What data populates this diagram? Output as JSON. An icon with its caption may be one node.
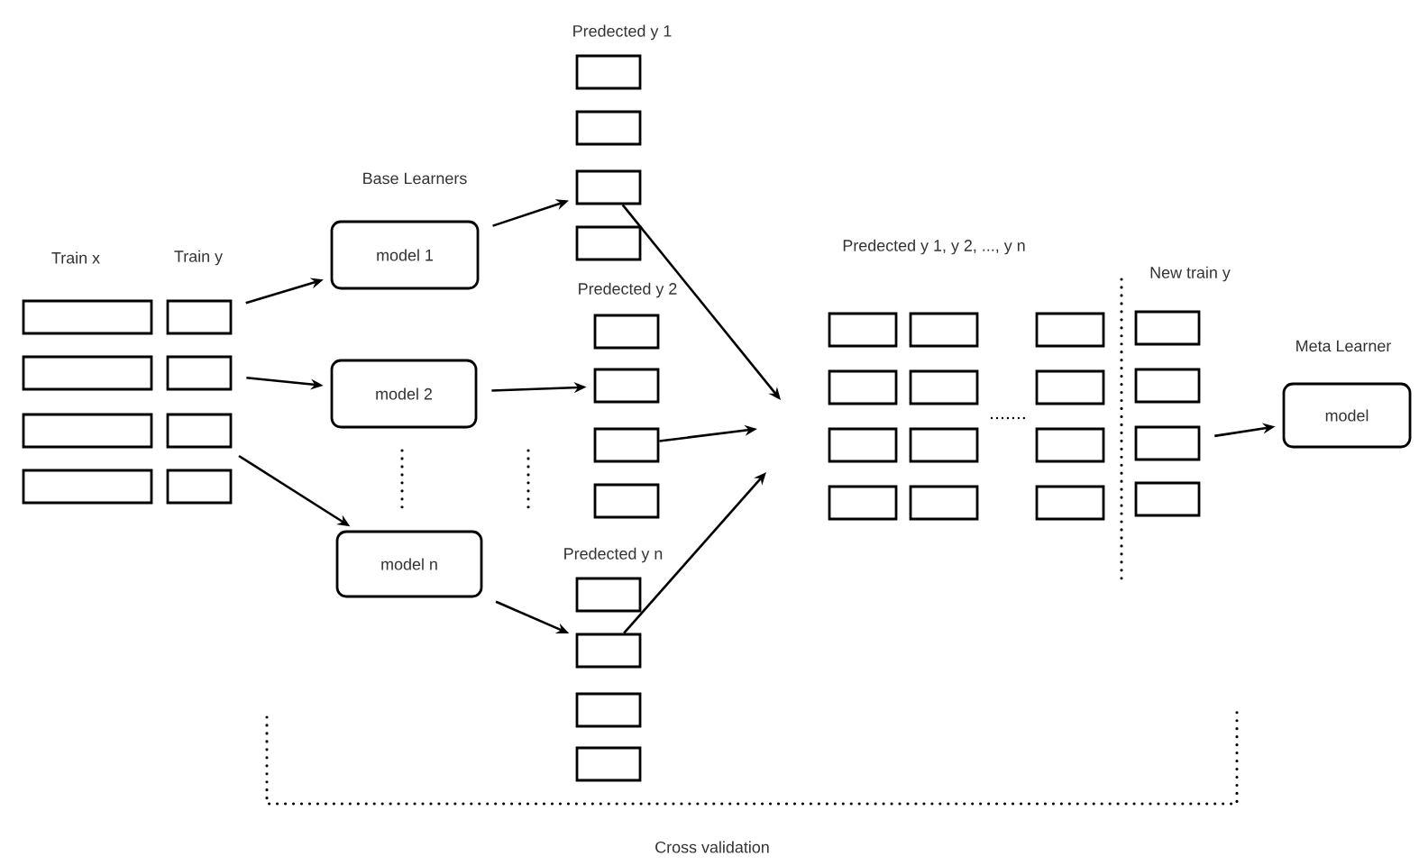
{
  "diagram": {
    "nodes": [
      {
        "text": [],
        "shape": "box"
      },
      {
        "text": [],
        "shape": "box"
      },
      {
        "text": [],
        "shape": "box"
      },
      {
        "text": [],
        "shape": "box"
      },
      {
        "text": [],
        "shape": "box"
      },
      {
        "text": [],
        "shape": "box"
      },
      {
        "text": [],
        "shape": "box"
      },
      {
        "text": [],
        "shape": "box"
      },
      {
        "text": [
          "model 1"
        ]
      },
      {
        "text": [
          "model 2"
        ]
      },
      {
        "text": [
          "model n"
        ]
      },
      {
        "text": [],
        "shape": "box"
      },
      {
        "text": [],
        "shape": "box"
      },
      {
        "text": [],
        "shape": "box"
      },
      {
        "text": [],
        "shape": "box"
      },
      {
        "text": [],
        "shape": "box"
      },
      {
        "text": [],
        "shape": "box"
      },
      {
        "text": [],
        "shape": "box"
      },
      {
        "text": [],
        "shape": "box"
      },
      {
        "text": [],
        "shape": "box"
      },
      {
        "text": [],
        "shape": "box"
      },
      {
        "text": [],
        "shape": "box"
      },
      {
        "text": [],
        "shape": "box"
      },
      {
        "text": [],
        "shape": "box"
      },
      {
        "text": [],
        "shape": "box"
      },
      {
        "text": [],
        "shape": "box"
      },
      {
        "text": [],
        "shape": "box"
      },
      {
        "text": [],
        "shape": "box"
      },
      {
        "text": [],
        "shape": "box"
      },
      {
        "text": [],
        "shape": "box"
      },
      {
        "text": [],
        "shape": "box"
      },
      {
        "text": [],
        "shape": "box"
      },
      {
        "text": [],
        "shape": "box"
      },
      {
        "text": [],
        "shape": "box"
      },
      {
        "text": [],
        "shape": "box"
      },
      {
        "text": [],
        "shape": "box"
      },
      {
        "text": [],
        "shape": "box"
      },
      {
        "text": [],
        "shape": "box"
      },
      {
        "text": [],
        "shape": "box"
      },
      {
        "text": [
          "model"
        ]
      }
    ],
    "edges": [
      {
        "from": 4,
        "to": 8,
        "arrow": "to"
      },
      {
        "from": 5,
        "to": 9,
        "arrow": "to"
      },
      {
        "from": 6,
        "to": 10,
        "arrow": "to"
      },
      {
        "from": 8,
        "to": 13,
        "arrow": "to"
      },
      {
        "from": 9,
        "to": 16,
        "arrow": "to"
      },
      {
        "from": 10,
        "to": 20,
        "arrow": "to"
      },
      {
        "from": 13,
        "to": null,
        "arrow": "to"
      },
      {
        "from": 17,
        "to": null,
        "arrow": "to"
      },
      {
        "from": 20,
        "to": null,
        "arrow": "to"
      },
      {
        "from": 37,
        "to": 39,
        "arrow": "to"
      }
    ],
    "labels": [
      "Predected y 1",
      "Base Learners",
      "Predected y 1, y 2, ..., y n",
      "Train x",
      "Train y",
      "New train y",
      "Predected y 2",
      "Meta Learner",
      "Predected y n",
      "Cross validation"
    ]
  }
}
